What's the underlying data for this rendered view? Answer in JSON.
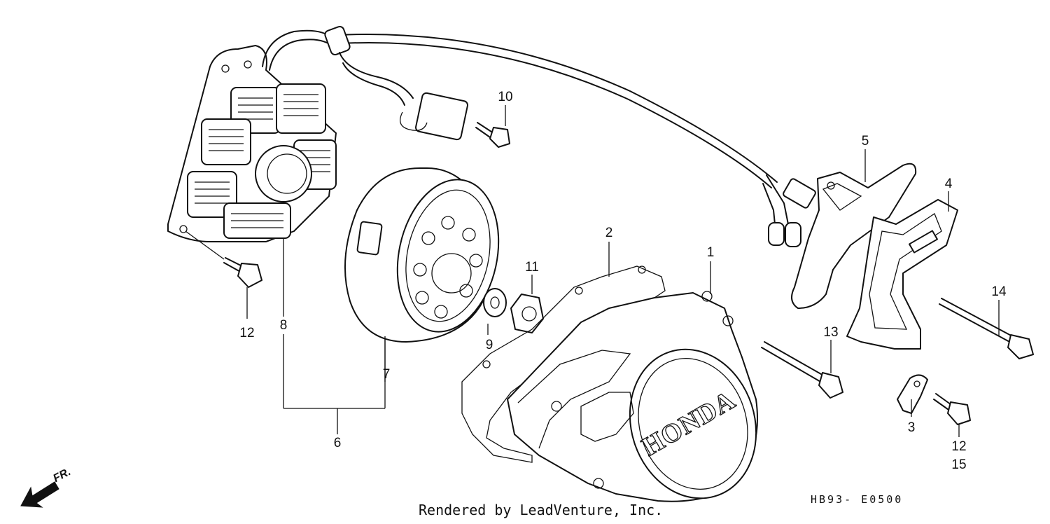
{
  "diagram": {
    "part_labels": {
      "p1": "1",
      "p2": "2",
      "p3": "3",
      "p4": "4",
      "p5": "5",
      "p6": "6",
      "p7": "7",
      "p8": "8",
      "p9": "9",
      "p10": "10",
      "p11": "11",
      "p12a": "12",
      "p12b": "12",
      "p13": "13",
      "p14": "14",
      "p15": "15"
    },
    "cover_logo": "HONDA",
    "direction_label": "FR.",
    "diagram_code": "HB93- E0500",
    "footer": "Rendered by LeadVenture, Inc."
  },
  "colors": {
    "line": "#111111",
    "background": "#ffffff"
  }
}
